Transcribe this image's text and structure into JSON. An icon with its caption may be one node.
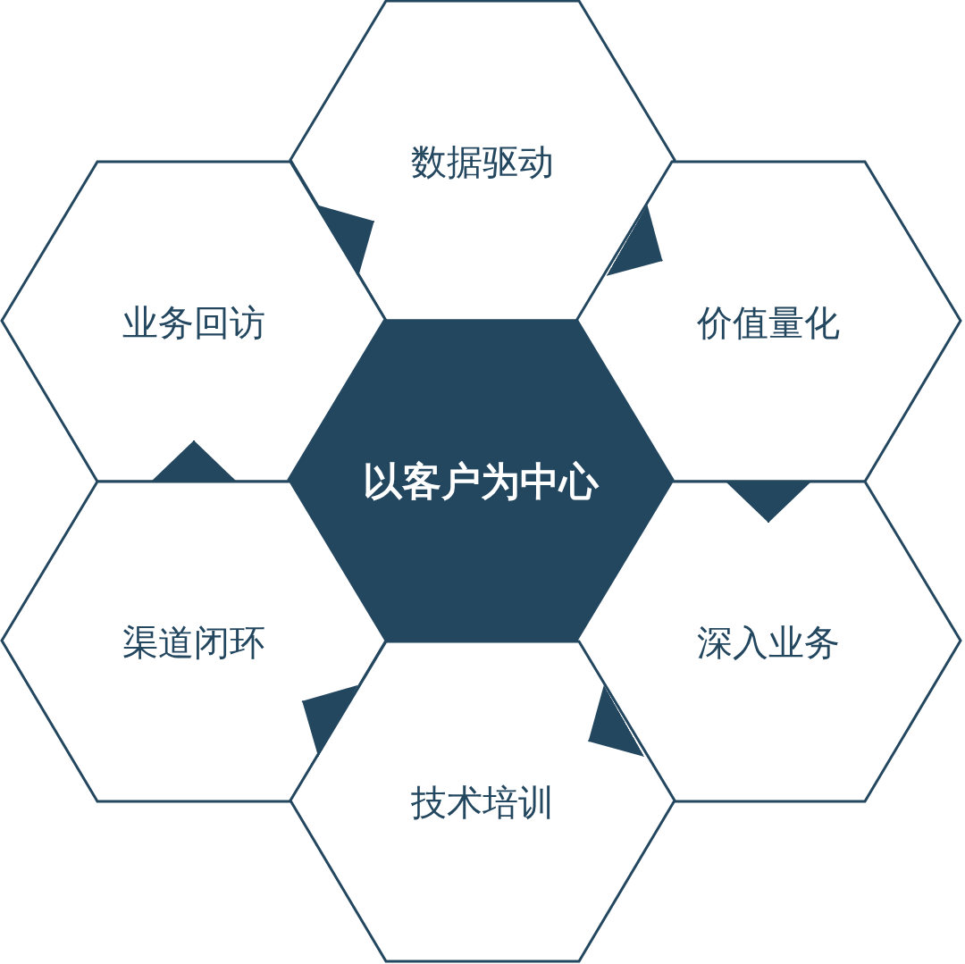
{
  "diagram": {
    "nodes": [
      {
        "text": [
          "数据驱动"
        ]
      },
      {
        "text": [
          "业务回访"
        ]
      },
      {
        "text": [
          "价值量化"
        ]
      },
      {
        "text": [
          "以客户为中心"
        ]
      },
      {
        "text": [
          "渠道闭环"
        ]
      },
      {
        "text": [
          "深入业务"
        ]
      },
      {
        "text": [
          "技术培训"
        ]
      }
    ],
    "edges": [
      {
        "from": 0,
        "to": 2,
        "arrow": "to"
      },
      {
        "from": 2,
        "to": 5,
        "arrow": "to"
      },
      {
        "from": 5,
        "to": 6,
        "arrow": "to"
      },
      {
        "from": 6,
        "to": 4,
        "arrow": "to"
      },
      {
        "from": 4,
        "to": 1,
        "arrow": "to"
      },
      {
        "from": 1,
        "to": 0,
        "arrow": "to"
      }
    ]
  }
}
